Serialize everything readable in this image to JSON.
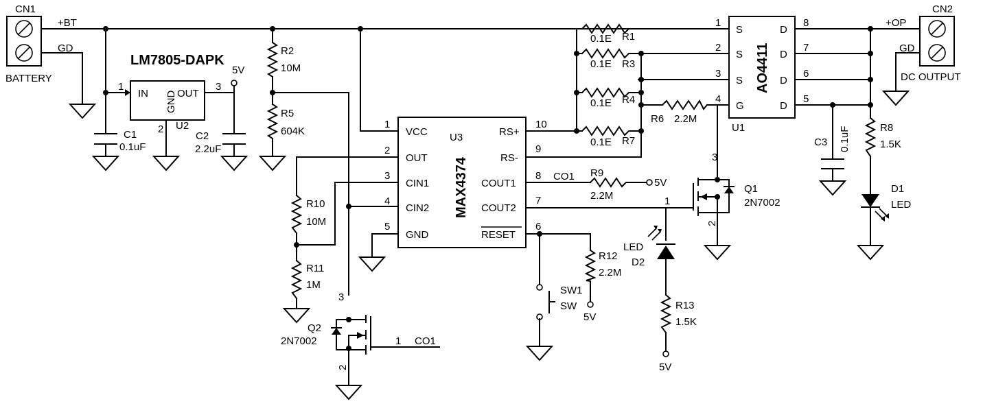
{
  "connectors": {
    "cn1": {
      "ref": "CN1",
      "name": "BATTERY",
      "pin_pos": "+BT",
      "pin_gnd": "GD"
    },
    "cn2": {
      "ref": "CN2",
      "name": "DC OUTPUT",
      "pin_pos": "+OP",
      "pin_gnd": "GD"
    }
  },
  "u2": {
    "part": "LM7805-DAPK",
    "ref": "U2",
    "in": "IN",
    "out": "OUT",
    "gnd": "GND",
    "pin_in": "1",
    "pin_out": "3",
    "pin_gnd": "2",
    "v5": "5V"
  },
  "u3": {
    "part": "MAX4374",
    "ref": "U3",
    "left_pins": [
      {
        "num": "1",
        "name": "VCC"
      },
      {
        "num": "2",
        "name": "OUT"
      },
      {
        "num": "3",
        "name": "CIN1"
      },
      {
        "num": "4",
        "name": "CIN2"
      },
      {
        "num": "5",
        "name": "GND"
      }
    ],
    "right_pins": [
      {
        "num": "10",
        "name": "RS+"
      },
      {
        "num": "9",
        "name": "RS-"
      },
      {
        "num": "8",
        "name": "COUT1"
      },
      {
        "num": "7",
        "name": "COUT2"
      },
      {
        "num": "6",
        "name": "RESET"
      }
    ]
  },
  "u1": {
    "part": "AO4411",
    "ref": "U1",
    "left_pins": [
      {
        "num": "1",
        "name": "S"
      },
      {
        "num": "2",
        "name": "S"
      },
      {
        "num": "3",
        "name": "S"
      },
      {
        "num": "4",
        "name": "G"
      }
    ],
    "right_pins": [
      {
        "num": "8",
        "name": "D"
      },
      {
        "num": "7",
        "name": "D"
      },
      {
        "num": "6",
        "name": "D"
      },
      {
        "num": "5",
        "name": "D"
      }
    ]
  },
  "capacitors": {
    "c1": {
      "ref": "C1",
      "value": "0.1uF"
    },
    "c2": {
      "ref": "C2",
      "value": "2.2uF"
    },
    "c3": {
      "ref": "C3",
      "value": "0.1uF"
    }
  },
  "resistors": {
    "r1": {
      "ref": "R1",
      "value": "0.1E"
    },
    "r2": {
      "ref": "R2",
      "value": "10M"
    },
    "r3": {
      "ref": "R3",
      "value": "0.1E"
    },
    "r4": {
      "ref": "R4",
      "value": "0.1E"
    },
    "r5": {
      "ref": "R5",
      "value": "604K"
    },
    "r6": {
      "ref": "R6",
      "value": "2.2M"
    },
    "r7": {
      "ref": "R7",
      "value": "0.1E"
    },
    "r8": {
      "ref": "R8",
      "value": "1.5K"
    },
    "r9": {
      "ref": "R9",
      "value": "2.2M"
    },
    "r10": {
      "ref": "R10",
      "value": "10M"
    },
    "r11": {
      "ref": "R11",
      "value": "1M"
    },
    "r12": {
      "ref": "R12",
      "value": "2.2M"
    },
    "r13": {
      "ref": "R13",
      "value": "1.5K"
    }
  },
  "transistors": {
    "q1": {
      "ref": "Q1",
      "part": "2N7002",
      "pin_d": "3",
      "pin_g": "1",
      "pin_s": "2"
    },
    "q2": {
      "ref": "Q2",
      "part": "2N7002",
      "pin_d": "3",
      "pin_g": "1",
      "pin_s": "2"
    }
  },
  "leds": {
    "d1": {
      "ref": "D1",
      "type": "LED"
    },
    "d2": {
      "ref": "D2",
      "type": "LED"
    }
  },
  "switch": {
    "ref": "SW1",
    "type": "SW"
  },
  "nets": {
    "co1": "CO1",
    "v5": "5V"
  }
}
